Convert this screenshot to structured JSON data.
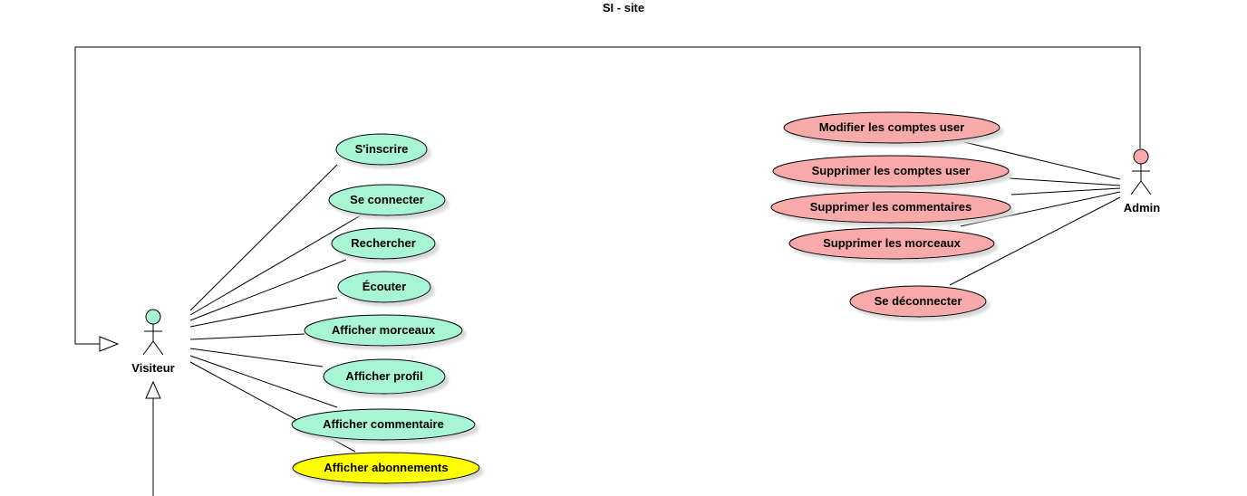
{
  "diagram": {
    "title": "SI - site",
    "colors": {
      "visitor_case": "#a8f5d3",
      "visitor_case_new": "#ffff00",
      "admin_case": "#f8a9a9",
      "visitor_actor_head": "#a8f5d3",
      "admin_actor_head": "#f8a9a9",
      "stroke": "#000000",
      "shadow": "#dcdcdc"
    },
    "actors": {
      "visitor": {
        "label": "Visiteur",
        "icon": "stick-figure-icon"
      },
      "admin": {
        "label": "Admin",
        "icon": "stick-figure-icon"
      }
    },
    "visitor_cases": [
      {
        "id": "sinscrire",
        "label": "S'inscrire"
      },
      {
        "id": "se-connecter",
        "label": "Se connecter"
      },
      {
        "id": "rechercher",
        "label": "Rechercher"
      },
      {
        "id": "ecouter",
        "label": "Écouter"
      },
      {
        "id": "afficher-morceaux",
        "label": "Afficher morceaux"
      },
      {
        "id": "afficher-profil",
        "label": "Afficher profil"
      },
      {
        "id": "afficher-commentaire",
        "label": "Afficher commentaire"
      },
      {
        "id": "afficher-abonnements",
        "label": "Afficher abonnements"
      }
    ],
    "admin_cases": [
      {
        "id": "modifier-comptes",
        "label": "Modifier les comptes user"
      },
      {
        "id": "supprimer-comptes",
        "label": "Supprimer les comptes user"
      },
      {
        "id": "supprimer-commentaires",
        "label": "Supprimer les commentaires"
      },
      {
        "id": "supprimer-morceaux",
        "label": "Supprimer les morceaux"
      },
      {
        "id": "se-deconnecter",
        "label": "Se déconnecter"
      }
    ]
  }
}
